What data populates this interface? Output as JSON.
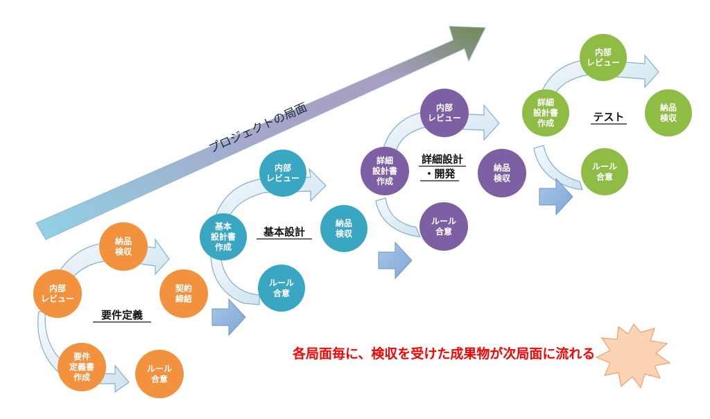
{
  "big_arrow": {
    "label": "プロジェクトの局面"
  },
  "phases": [
    {
      "title": "要件定義",
      "color": "#f3923e",
      "circles": [
        {
          "id": "ph1-nouhin",
          "lines": [
            "納品",
            "検収"
          ]
        },
        {
          "id": "ph1-keiyaku",
          "lines": [
            "契約",
            "締結"
          ]
        },
        {
          "id": "ph1-naibu",
          "lines": [
            "内部",
            "レビュー"
          ]
        },
        {
          "id": "ph1-youken",
          "lines": [
            "要件",
            "定義書",
            "作成"
          ]
        },
        {
          "id": "ph1-rule",
          "lines": [
            "ルール",
            "合意"
          ]
        }
      ]
    },
    {
      "title": "基本設計",
      "color": "#39a6c2",
      "circles": [
        {
          "id": "ph2-naibu",
          "lines": [
            "内部",
            "レビュー"
          ]
        },
        {
          "id": "ph2-kihon",
          "lines": [
            "基本",
            "設計書",
            "作成"
          ]
        },
        {
          "id": "ph2-nouhin",
          "lines": [
            "納品",
            "検収"
          ]
        },
        {
          "id": "ph2-rule",
          "lines": [
            "ルール",
            "合意"
          ]
        }
      ]
    },
    {
      "title_lines": [
        "詳細設計",
        "・開発"
      ],
      "color": "#7d5fa3",
      "circles": [
        {
          "id": "ph3-naibu",
          "lines": [
            "内部",
            "レビュー"
          ]
        },
        {
          "id": "ph3-shousai",
          "lines": [
            "詳細",
            "設計書",
            "作成"
          ]
        },
        {
          "id": "ph3-nouhin",
          "lines": [
            "納品",
            "検収"
          ]
        },
        {
          "id": "ph3-rule",
          "lines": [
            "ルール",
            "合意"
          ]
        }
      ]
    },
    {
      "title": "テスト",
      "color": "#8fbc45",
      "circles": [
        {
          "id": "ph4-naibu",
          "lines": [
            "内部",
            "レビュー"
          ]
        },
        {
          "id": "ph4-shousai",
          "lines": [
            "詳細",
            "設計書",
            "作成"
          ]
        },
        {
          "id": "ph4-nouhin",
          "lines": [
            "納品",
            "検収"
          ]
        },
        {
          "id": "ph4-rule",
          "lines": [
            "ルール",
            "合意"
          ]
        }
      ]
    }
  ],
  "summary": "各局面毎に、検収を受けた成果物が次局面に流れる"
}
